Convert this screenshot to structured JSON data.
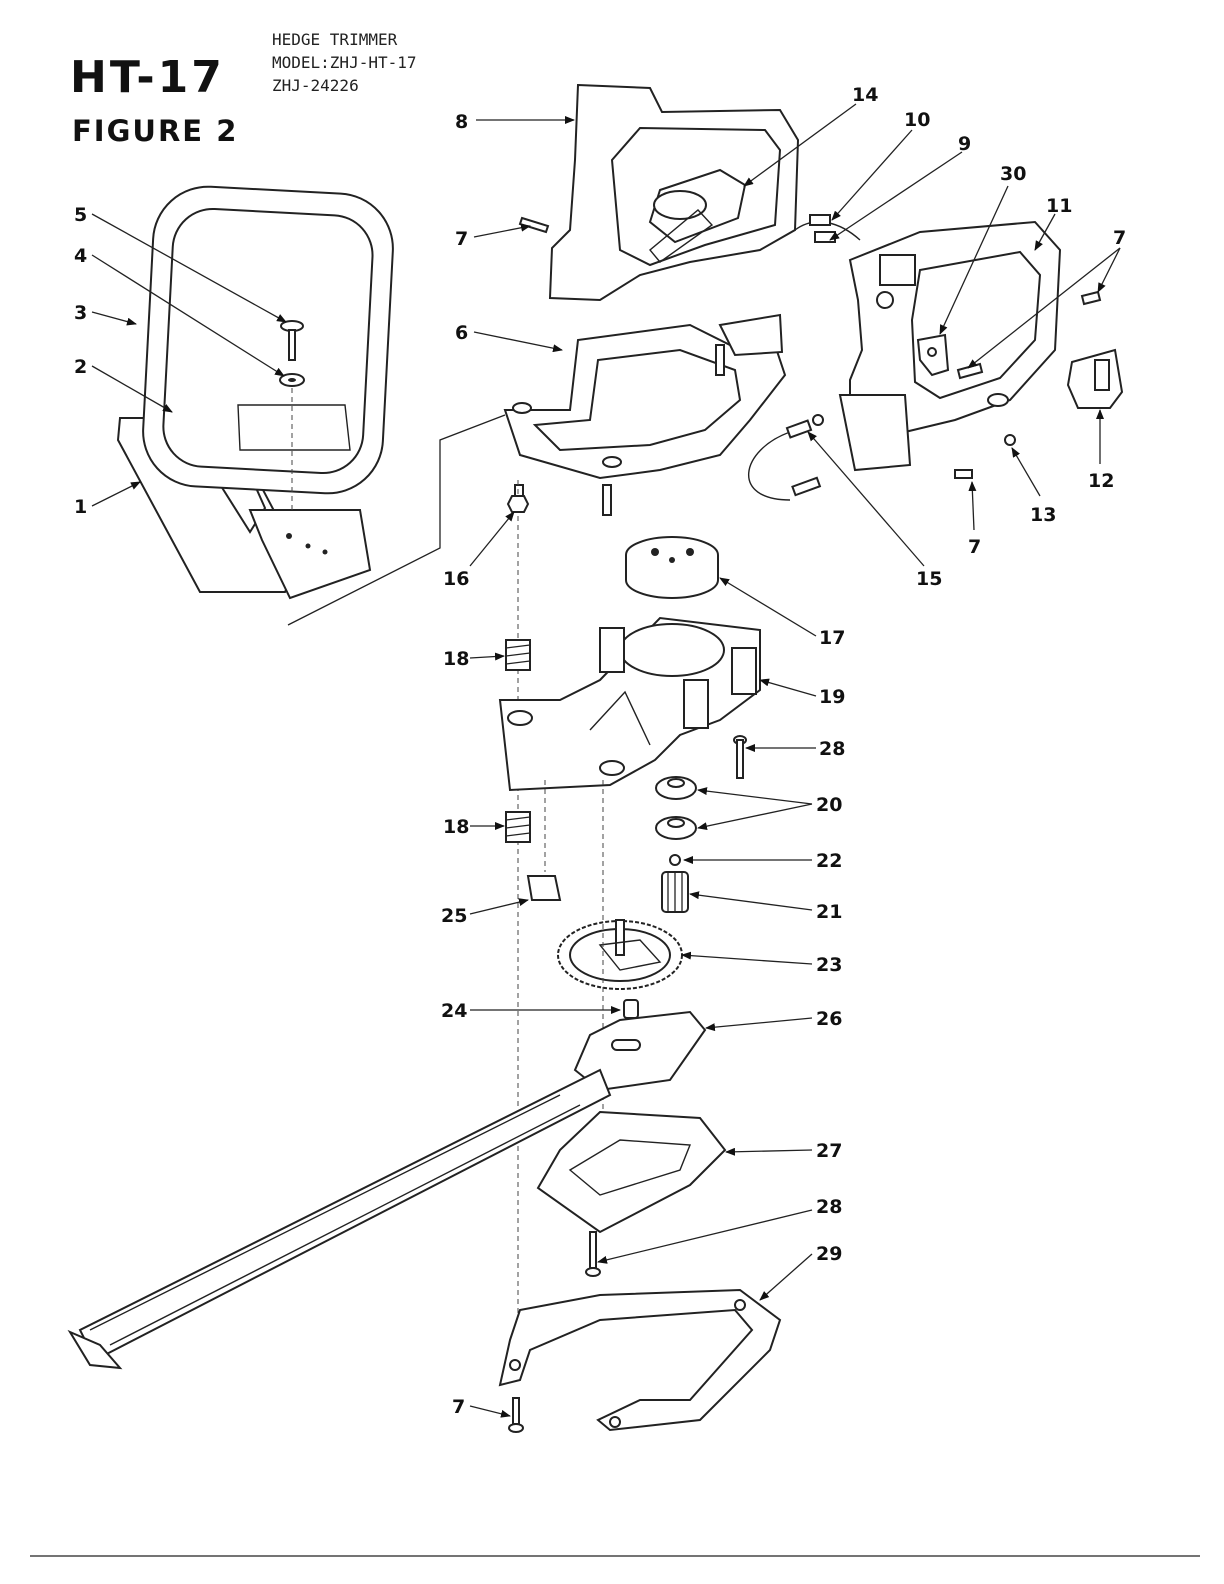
{
  "header": {
    "code": "HT-17",
    "figure": "FIGURE 2",
    "lines": [
      "HEDGE TRIMMER",
      "MODEL:ZHJ-HT-17",
      "ZHJ-24226"
    ]
  },
  "callouts": {
    "c1": "1",
    "c2": "2",
    "c3": "3",
    "c4": "4",
    "c5": "5",
    "c6": "6",
    "c7a": "7",
    "c7b": "7",
    "c7c": "7",
    "c7d": "7",
    "c8": "8",
    "c9": "9",
    "c10": "10",
    "c11": "11",
    "c12": "12",
    "c13": "13",
    "c14": "14",
    "c15": "15",
    "c16": "16",
    "c17": "17",
    "c18a": "18",
    "c18b": "18",
    "c19": "19",
    "c20": "20",
    "c21": "21",
    "c22": "22",
    "c23": "23",
    "c24": "24",
    "c25": "25",
    "c26": "26",
    "c27": "27",
    "c28a": "28",
    "c28b": "28",
    "c29": "29",
    "c30": "30"
  }
}
